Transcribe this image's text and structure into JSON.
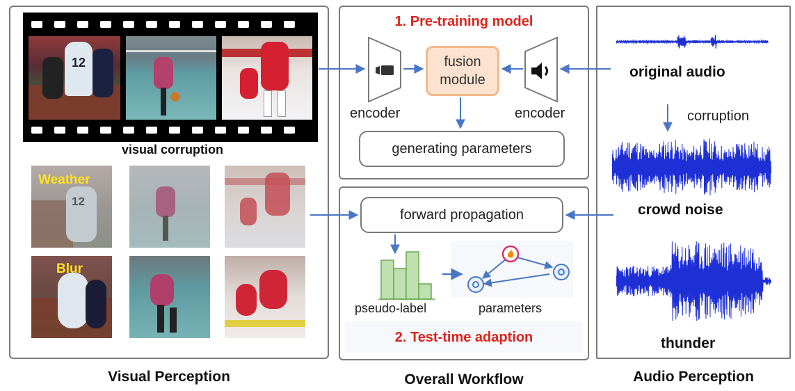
{
  "visual_panel": {
    "filmstrip_caption": "visual corruption",
    "weather_tag": "Weather",
    "blur_tag": "Blur",
    "title": "Visual Perception"
  },
  "workflow": {
    "pretraining_title": "1. Pre-training model",
    "encoder_left": "encoder",
    "encoder_right": "encoder",
    "fusion_line1": "fusion",
    "fusion_line2": "module",
    "generating": "generating parameters",
    "forward": "forward propagation",
    "pseudo_label": "pseudo-label",
    "parameters": "parameters",
    "tta_title": "2. Test-time adaption",
    "title": "Overall Workflow"
  },
  "audio_panel": {
    "original": "original audio",
    "corruption": "corruption",
    "crowd": "crowd noise",
    "thunder": "thunder",
    "title": "Audio Perception"
  },
  "colors": {
    "arrow_blue": "#4a77c4",
    "title_red": "#e0211b",
    "fusion_fill": "#fde3cf",
    "fusion_border": "#f2b98b",
    "bar_fill": "#bfe0b0",
    "bar_border": "#6aa84f",
    "wave_blue": "#1e2fd6",
    "tag_yellow": "#ffe11a"
  },
  "icons": [
    "video-camera-icon",
    "speaker-icon",
    "fire-icon",
    "gear-node-icon"
  ]
}
